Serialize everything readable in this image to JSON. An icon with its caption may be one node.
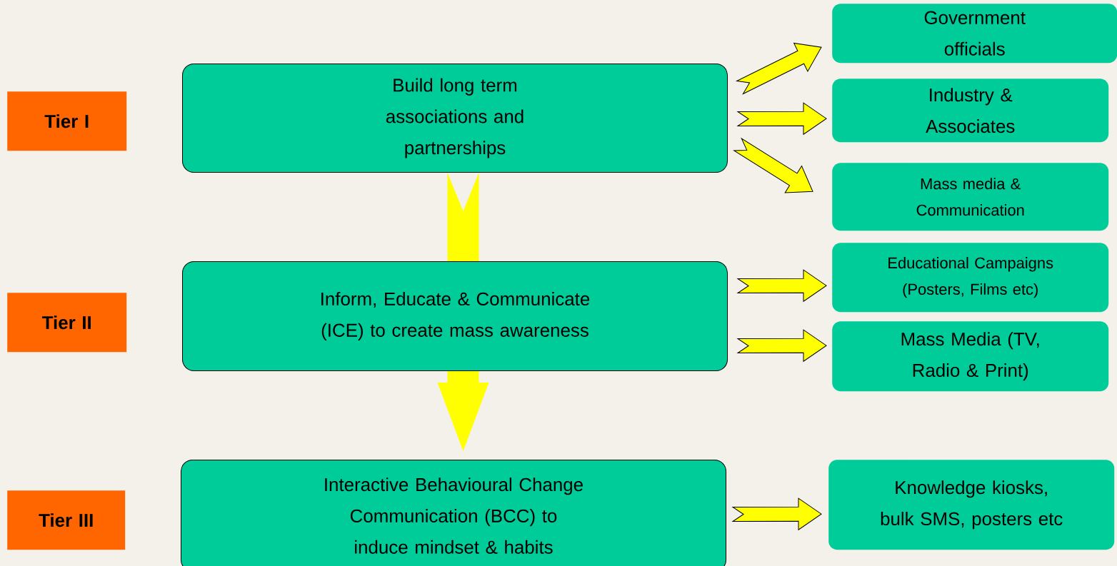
{
  "diagram": {
    "nodes": [
      {
        "text": [
          "Tier I"
        ]
      },
      {
        "text": [
          "Build long term associations and partnerships"
        ]
      },
      {
        "text": [
          "Government officials"
        ]
      },
      {
        "text": [
          "Industry & Associates"
        ]
      },
      {
        "text": [
          "Mass media & Communication"
        ]
      },
      {
        "text": [
          "Tier II"
        ]
      },
      {
        "text": [
          "Inform, Educate & Communicate (ICE) to create mass awareness"
        ]
      },
      {
        "text": [
          "Educational Campaigns (Posters, Films etc)"
        ]
      },
      {
        "text": [
          "Mass Media (TV, Radio & Print)"
        ]
      },
      {
        "text": [
          "Tier III"
        ]
      },
      {
        "text": [
          "Interactive Behavioural Change Communication (BCC) to induce mindset & habits"
        ]
      },
      {
        "text": [
          "Knowledge kiosks, bulk SMS, posters etc"
        ]
      }
    ],
    "edges": [
      {
        "from": 1,
        "to": 2,
        "arrow": "to"
      },
      {
        "from": 1,
        "to": 3,
        "arrow": "to"
      },
      {
        "from": 1,
        "to": 4,
        "arrow": "to"
      },
      {
        "from": 1,
        "to": 6,
        "arrow": "none"
      },
      {
        "from": 6,
        "to": 10,
        "arrow": "to"
      },
      {
        "from": 6,
        "to": 7,
        "arrow": "to"
      },
      {
        "from": 6,
        "to": 8,
        "arrow": "to"
      },
      {
        "from": 10,
        "to": 11,
        "arrow": "to"
      }
    ]
  }
}
